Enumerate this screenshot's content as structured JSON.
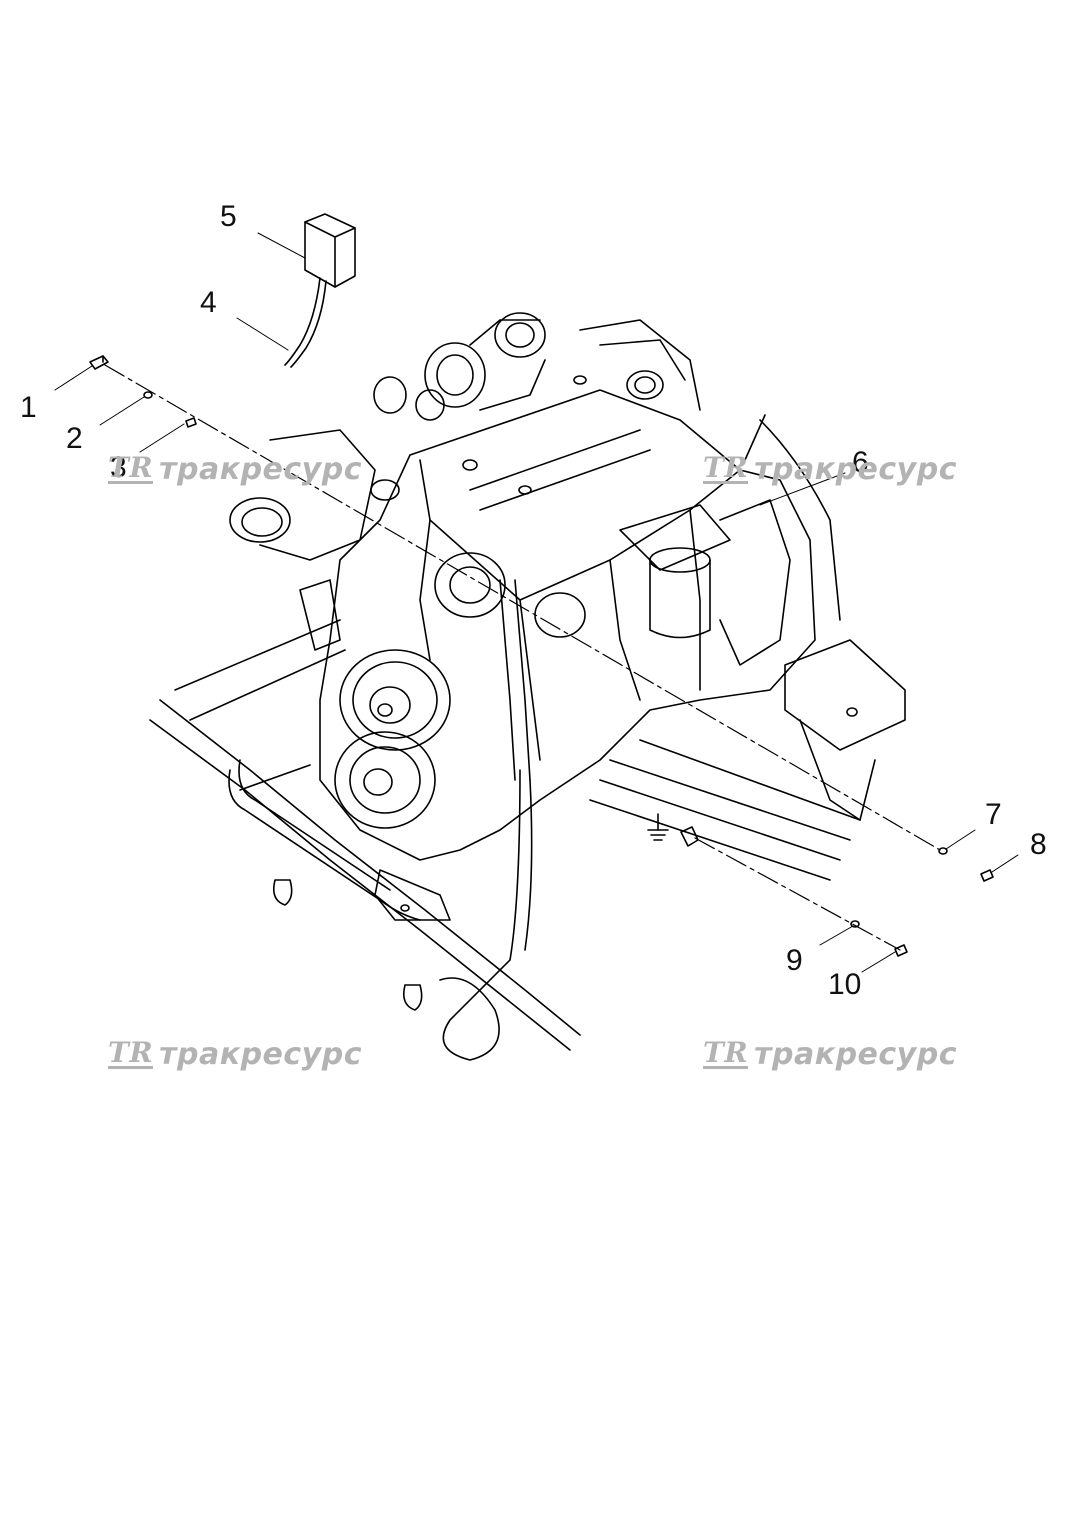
{
  "callouts": [
    {
      "id": "1",
      "label": "1"
    },
    {
      "id": "2",
      "label": "2"
    },
    {
      "id": "3",
      "label": "3"
    },
    {
      "id": "4",
      "label": "4"
    },
    {
      "id": "5",
      "label": "5"
    },
    {
      "id": "6",
      "label": "6"
    },
    {
      "id": "7",
      "label": "7"
    },
    {
      "id": "8",
      "label": "8"
    },
    {
      "id": "9",
      "label": "9"
    },
    {
      "id": "10",
      "label": "10"
    }
  ],
  "watermark": {
    "logo": "TR",
    "text": "тракресурс",
    "color": "#b3b3b3"
  },
  "ground_symbol": "ground-icon"
}
